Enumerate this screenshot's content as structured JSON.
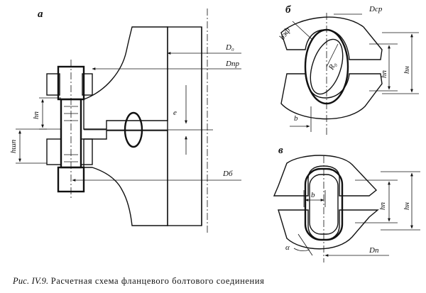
{
  "figure": {
    "subfigures": {
      "a": {
        "letter": "a",
        "labels": {
          "d0": "D₀",
          "dpr": "Dпр",
          "db": "Dб",
          "hp": "hп",
          "hshp": "hшп",
          "e": "e"
        }
      },
      "b": {
        "letter": "б",
        "labels": {
          "dsr": "Dср",
          "b_eff": "bэф",
          "r0": "R₀",
          "hp": "hп",
          "hn": "hн",
          "b": "b"
        }
      },
      "v": {
        "letter": "в",
        "labels": {
          "b": "b",
          "hp": "hп",
          "hn": "hн",
          "alpha": "α",
          "dn": "Dп"
        }
      }
    },
    "caption": {
      "label": "Рис. IV.9.",
      "text": "Расчетная схема фланцевого болтового соединения"
    }
  }
}
